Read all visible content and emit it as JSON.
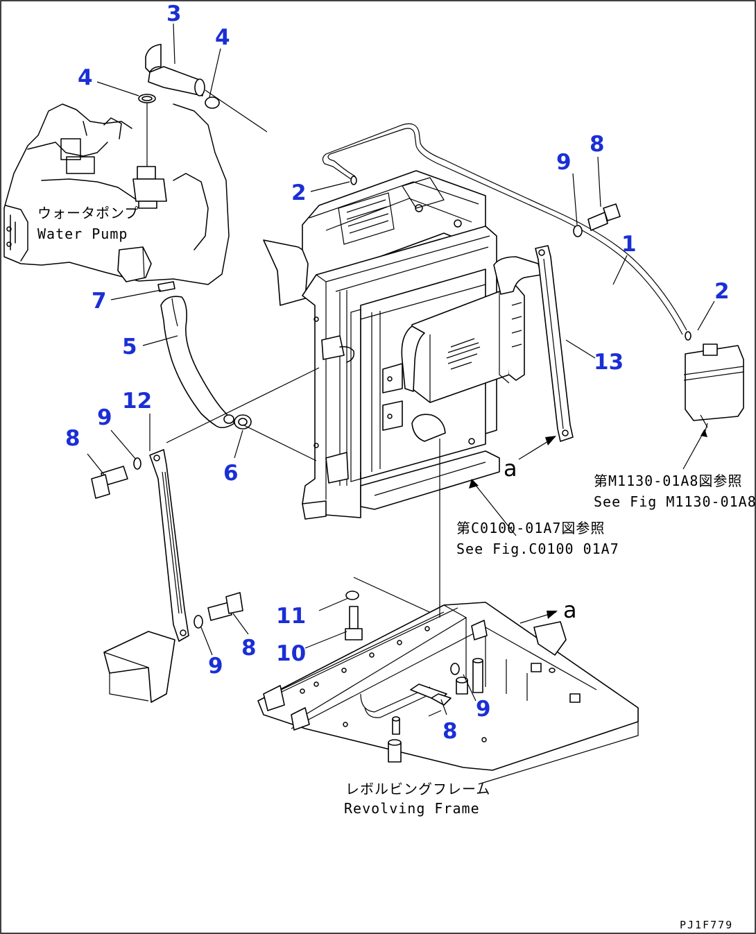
{
  "callouts": {
    "c1": "1",
    "c2a": "2",
    "c2b": "2",
    "c3": "3",
    "c4a": "4",
    "c4b": "4",
    "c5": "5",
    "c6": "6",
    "c7": "7",
    "c8a": "8",
    "c8b": "8",
    "c8c": "8",
    "c8d": "8",
    "c9a": "9",
    "c9b": "9",
    "c9c": "9",
    "c9d": "9",
    "c10": "10",
    "c11": "11",
    "c12": "12",
    "c13": "13"
  },
  "notes": {
    "water_pump_jp": "ウォータポンプ",
    "water_pump_en": "Water Pump",
    "ref_m1130_jp": "第M1130-01A8図参照",
    "ref_m1130_en": "See Fig M1130-01A8",
    "ref_c0100_jp": "第C0100-01A7図参照",
    "ref_c0100_en": "See Fig.C0100 01A7",
    "revolving_jp": "レボルビングフレーム",
    "revolving_en": "Revolving Frame",
    "view_a1": "a",
    "view_a2": "a",
    "drawing_code": "PJ1F779"
  },
  "colors": {
    "callout": "#1a2fd6",
    "line": "#000000",
    "background": "#ffffff"
  }
}
